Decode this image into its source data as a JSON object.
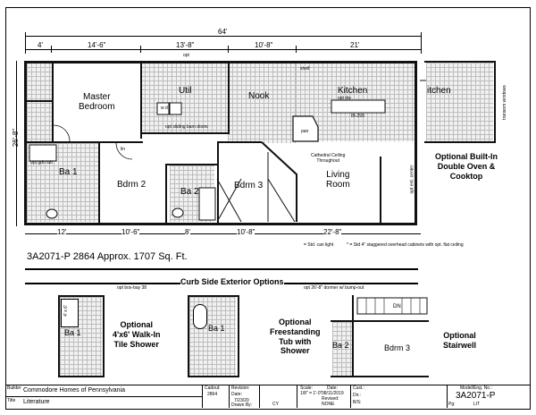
{
  "top_dims": {
    "overall": "64'",
    "d1": "4'",
    "d2": "14'-6\"",
    "d3": "13'-8\"",
    "d4": "10'-8\"",
    "d5": "21'"
  },
  "bottom_dims": {
    "d1": "12'",
    "d2": "10'-6\"",
    "d3": "8'",
    "d4": "10'-8\"",
    "d5": "22'-8\""
  },
  "side_dim": "26'-8\"",
  "rooms": {
    "master": "Master\nBedroom",
    "util": "Util",
    "nook": "Nook",
    "kitchen": "Kitchen",
    "ba1": "Ba 1",
    "bdrm2": "Bdrm 2",
    "ba2": "Ba 2",
    "bdrm3": "Bdrm 3",
    "living": "Living\nRoom",
    "cathedral": "Cathedral Ceiling\nThroughout"
  },
  "small_labels": {
    "opt": "opt",
    "opt_sliding": "opt sliding barn doors",
    "shelf": "shelf",
    "pan": "pan",
    "lin": "lin",
    "opt_gdn_tub": "opt gdn tub",
    "wd": "w   d",
    "ib": "IB-299",
    "opt_ent_center": "opt ent. center",
    "opt_dw": "opt dw",
    "opt_box_bay": "opt box-bay 38",
    "opt_dormer": "opt 26'-8\" dormer w/ bump-out"
  },
  "model_line": "3A2071-P 2864 Approx. 1707 Sq. Ft.",
  "legend": {
    "light": "= Std. can light",
    "cabinets": "* = Std 4\" staggered overhead cabinets with opt. flat ceiling"
  },
  "curb_title": "Curb Side Exterior Options",
  "options": {
    "builtin": "Optional Built-In\nDouble Oven &\nCooktop",
    "shower": "Optional\n4'x6' Walk-In\nTile Shower",
    "tub": "Optional\nFreestanding\nTub with\nShower",
    "stair": "Optional\nStairwell"
  },
  "option_rooms": {
    "kitchen_partial": "itchen",
    "ba1": "Ba 1",
    "ba1b": "Ba 1",
    "ba2": "Ba 2",
    "bdrm3": "Bdrm 3",
    "shower_size": "4' x 6'",
    "dn": "DN"
  },
  "side_labels": {
    "transom": "transom windows"
  },
  "title_block": {
    "builder_label": "Builder",
    "builder": "Commodore Homes of Pennsylvania",
    "title_label": "Title",
    "title": "Literature",
    "cadout_label": "Cadout:",
    "cadout": "2864",
    "drawn_label": "Drawn By:",
    "drawn": "CY",
    "revision_label": "Revision:",
    "date_label": "Date:",
    "date_val": "7/23/20",
    "scale_label": "Scale:",
    "scale": "1/8\" = 1'-0\"",
    "date2_label": "Date:",
    "date2": "08/11/2019",
    "revised_label": "Revised:",
    "revised": "NONE",
    "cust_label": "Cust.:",
    "dir_label": "Dir.:",
    "bs_label": "B/S:",
    "model_label": "Model/Eng. No.:",
    "model": "3A2071-P",
    "pg_label": "Pg:",
    "pg": "LIT"
  }
}
